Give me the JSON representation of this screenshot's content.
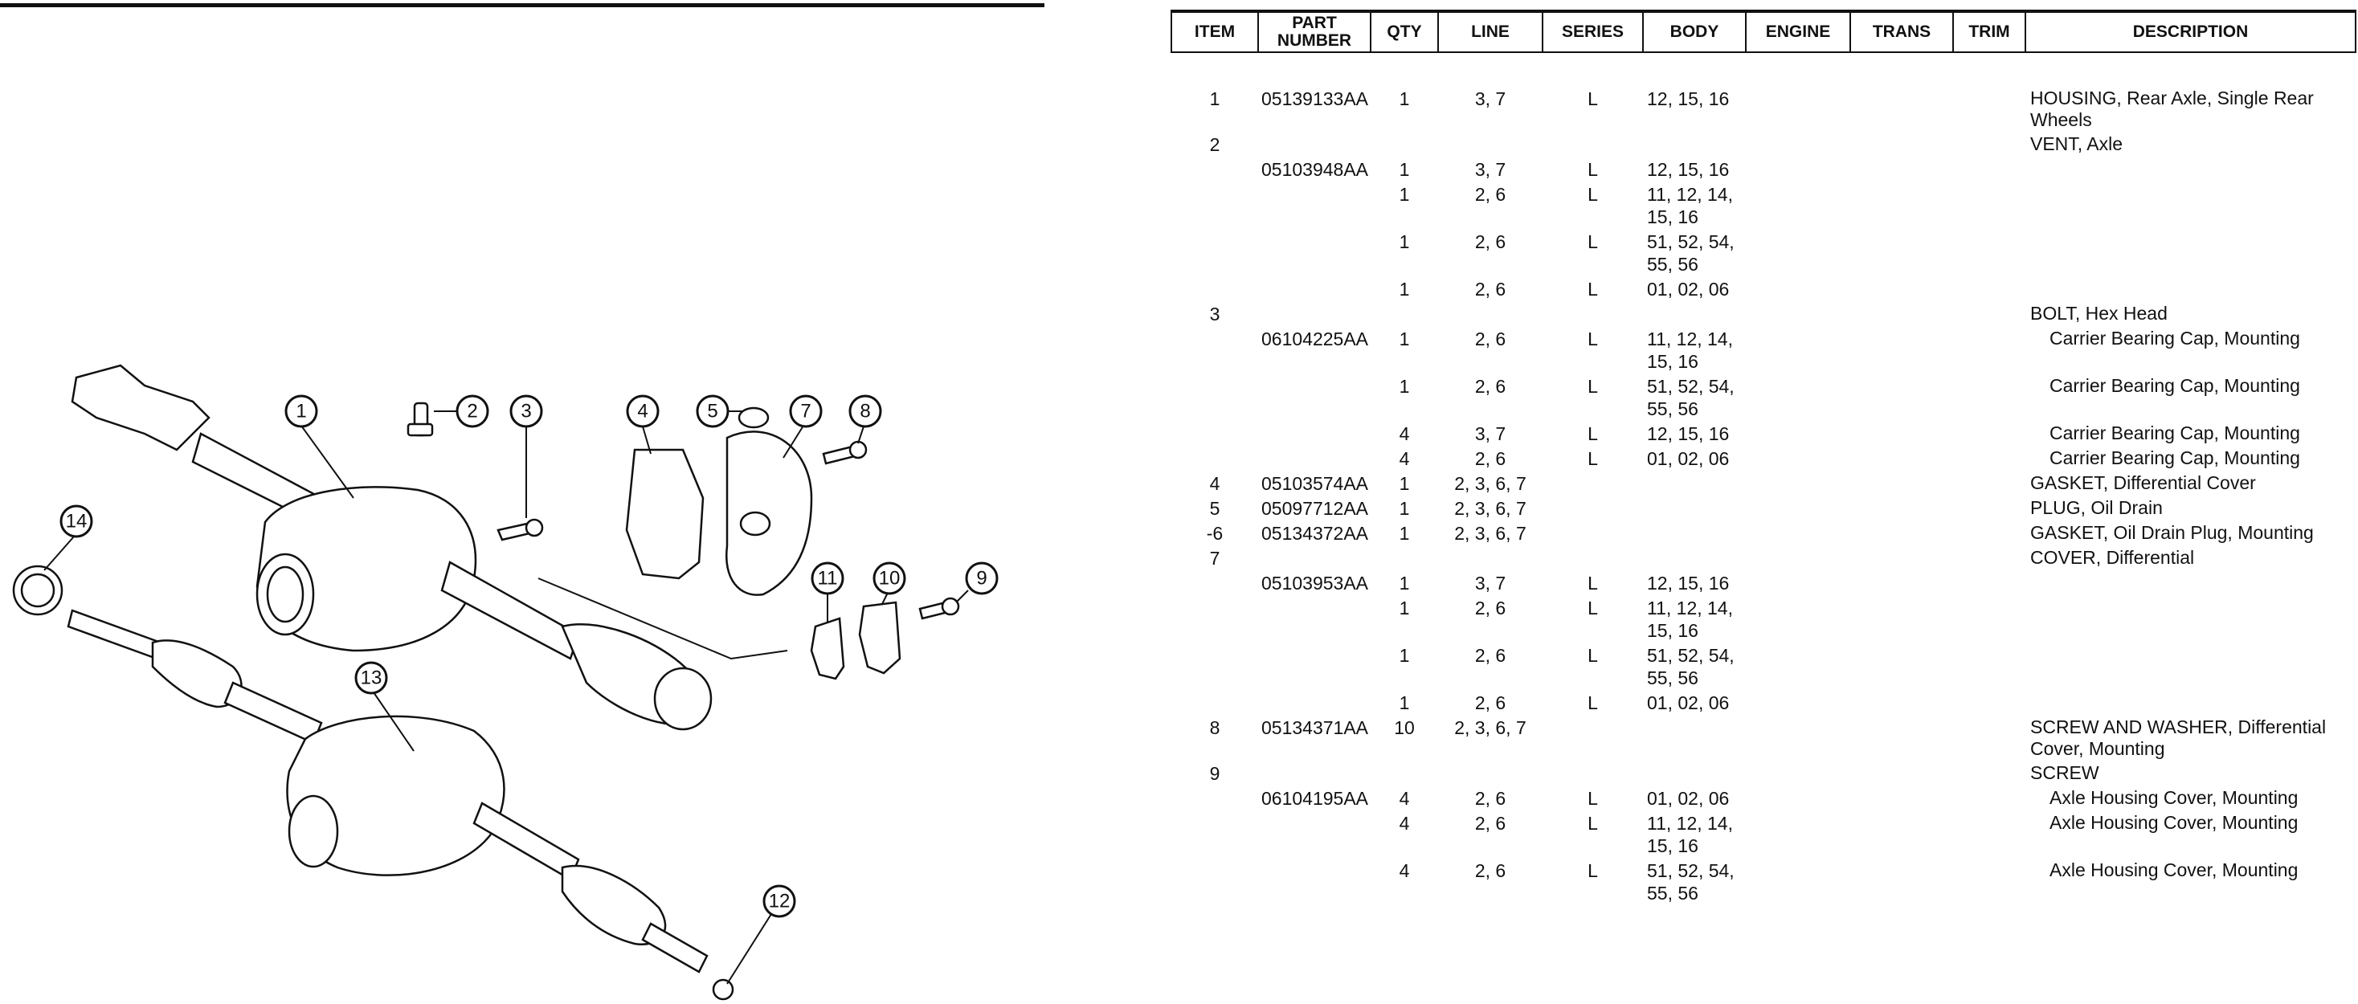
{
  "diagram": {
    "callouts": [
      "1",
      "2",
      "3",
      "4",
      "5",
      "7",
      "8",
      "9",
      "10",
      "11",
      "12",
      "13",
      "14"
    ]
  },
  "table": {
    "headers": {
      "item": "ITEM",
      "part_number": "PART NUMBER",
      "qty": "QTY",
      "line": "LINE",
      "series": "SERIES",
      "body": "BODY",
      "engine": "ENGINE",
      "trans": "TRANS",
      "trim": "TRIM",
      "description": "DESCRIPTION"
    },
    "rows": [
      {
        "item": "1",
        "part": "05139133AA",
        "qty": "1",
        "line": "3, 7",
        "series": "L",
        "body": "12, 15, 16",
        "desc": "HOUSING, Rear Axle, Single Rear Wheels",
        "sub": false
      },
      {
        "item": "2",
        "part": "",
        "qty": "",
        "line": "",
        "series": "",
        "body": "",
        "desc": "VENT, Axle",
        "sub": false
      },
      {
        "item": "",
        "part": "05103948AA",
        "qty": "1",
        "line": "3, 7",
        "series": "L",
        "body": "12, 15, 16",
        "desc": "",
        "sub": false
      },
      {
        "item": "",
        "part": "",
        "qty": "1",
        "line": "2, 6",
        "series": "L",
        "body": "11, 12, 14, 15, 16",
        "desc": "",
        "sub": false
      },
      {
        "item": "",
        "part": "",
        "qty": "1",
        "line": "2, 6",
        "series": "L",
        "body": "51, 52, 54, 55, 56",
        "desc": "",
        "sub": false
      },
      {
        "item": "",
        "part": "",
        "qty": "1",
        "line": "2, 6",
        "series": "L",
        "body": "01, 02, 06",
        "desc": "",
        "sub": false
      },
      {
        "item": "3",
        "part": "",
        "qty": "",
        "line": "",
        "series": "",
        "body": "",
        "desc": "BOLT, Hex Head",
        "sub": false
      },
      {
        "item": "",
        "part": "06104225AA",
        "qty": "1",
        "line": "2, 6",
        "series": "L",
        "body": "11, 12, 14, 15, 16",
        "desc": "Carrier Bearing Cap, Mounting",
        "sub": true
      },
      {
        "item": "",
        "part": "",
        "qty": "1",
        "line": "2, 6",
        "series": "L",
        "body": "51, 52, 54, 55, 56",
        "desc": "Carrier Bearing Cap, Mounting",
        "sub": true
      },
      {
        "item": "",
        "part": "",
        "qty": "4",
        "line": "3, 7",
        "series": "L",
        "body": "12, 15, 16",
        "desc": "Carrier Bearing Cap, Mounting",
        "sub": true
      },
      {
        "item": "",
        "part": "",
        "qty": "4",
        "line": "2, 6",
        "series": "L",
        "body": "01, 02, 06",
        "desc": "Carrier Bearing Cap, Mounting",
        "sub": true
      },
      {
        "item": "4",
        "part": "05103574AA",
        "qty": "1",
        "line": "2, 3, 6, 7",
        "series": "",
        "body": "",
        "desc": "GASKET, Differential Cover",
        "sub": false
      },
      {
        "item": "5",
        "part": "05097712AA",
        "qty": "1",
        "line": "2, 3, 6, 7",
        "series": "",
        "body": "",
        "desc": "PLUG, Oil Drain",
        "sub": false
      },
      {
        "item": "-6",
        "part": "05134372AA",
        "qty": "1",
        "line": "2, 3, 6, 7",
        "series": "",
        "body": "",
        "desc": "GASKET, Oil Drain Plug, Mounting",
        "sub": false
      },
      {
        "item": "7",
        "part": "",
        "qty": "",
        "line": "",
        "series": "",
        "body": "",
        "desc": "COVER, Differential",
        "sub": false
      },
      {
        "item": "",
        "part": "05103953AA",
        "qty": "1",
        "line": "3, 7",
        "series": "L",
        "body": "12, 15, 16",
        "desc": "",
        "sub": false
      },
      {
        "item": "",
        "part": "",
        "qty": "1",
        "line": "2, 6",
        "series": "L",
        "body": "11, 12, 14, 15, 16",
        "desc": "",
        "sub": false
      },
      {
        "item": "",
        "part": "",
        "qty": "1",
        "line": "2, 6",
        "series": "L",
        "body": "51, 52, 54, 55, 56",
        "desc": "",
        "sub": false
      },
      {
        "item": "",
        "part": "",
        "qty": "1",
        "line": "2, 6",
        "series": "L",
        "body": "01, 02, 06",
        "desc": "",
        "sub": false
      },
      {
        "item": "8",
        "part": "05134371AA",
        "qty": "10",
        "line": "2, 3, 6, 7",
        "series": "",
        "body": "",
        "desc": "SCREW AND WASHER, Differential Cover, Mounting",
        "sub": false
      },
      {
        "item": "9",
        "part": "",
        "qty": "",
        "line": "",
        "series": "",
        "body": "",
        "desc": "SCREW",
        "sub": false
      },
      {
        "item": "",
        "part": "06104195AA",
        "qty": "4",
        "line": "2, 6",
        "series": "L",
        "body": "01, 02, 06",
        "desc": "Axle Housing Cover, Mounting",
        "sub": true
      },
      {
        "item": "",
        "part": "",
        "qty": "4",
        "line": "2, 6",
        "series": "L",
        "body": "11, 12, 14, 15, 16",
        "desc": "Axle Housing Cover, Mounting",
        "sub": true
      },
      {
        "item": "",
        "part": "",
        "qty": "4",
        "line": "2, 6",
        "series": "L",
        "body": "51, 52, 54, 55, 56",
        "desc": "Axle Housing Cover, Mounting",
        "sub": true
      }
    ]
  }
}
